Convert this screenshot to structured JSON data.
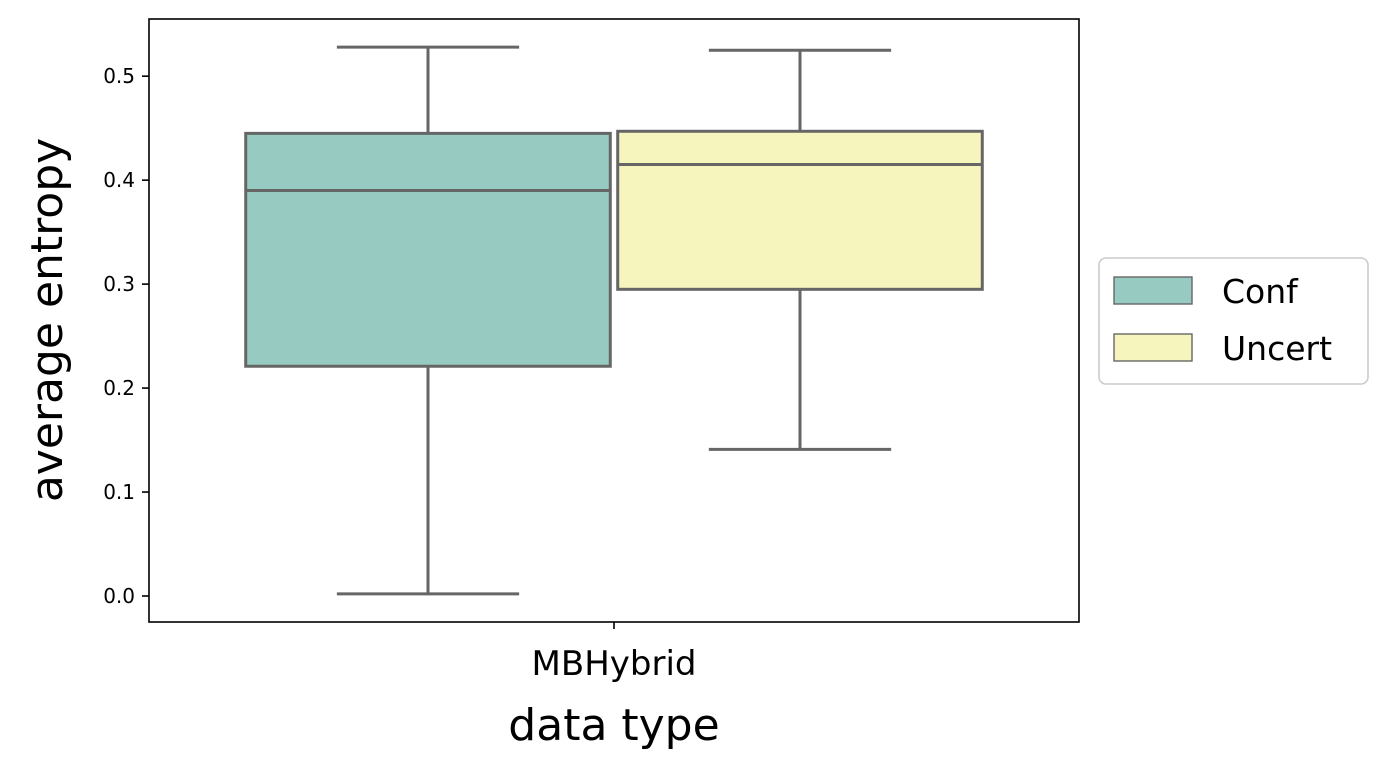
{
  "chart_data": {
    "type": "box",
    "title": "",
    "xlabel": "data type",
    "ylabel": "average entropy",
    "categories": [
      "MBHybrid"
    ],
    "ylim": [
      -0.025,
      0.555
    ],
    "yticks": [
      "0.0",
      "0.1",
      "0.2",
      "0.3",
      "0.4",
      "0.5"
    ],
    "grid": false,
    "legend_position": "right",
    "edge_color": "#666666",
    "series": [
      {
        "name": "Conf",
        "color": "#97cac1",
        "category": "MBHybrid",
        "whisker_low": 0.002,
        "q1": 0.221,
        "median": 0.39,
        "q3": 0.445,
        "whisker_high": 0.528
      },
      {
        "name": "Uncert",
        "color": "#f6f5bd",
        "category": "MBHybrid",
        "whisker_low": 0.141,
        "q1": 0.295,
        "median": 0.415,
        "q3": 0.447,
        "whisker_high": 0.525
      }
    ]
  }
}
